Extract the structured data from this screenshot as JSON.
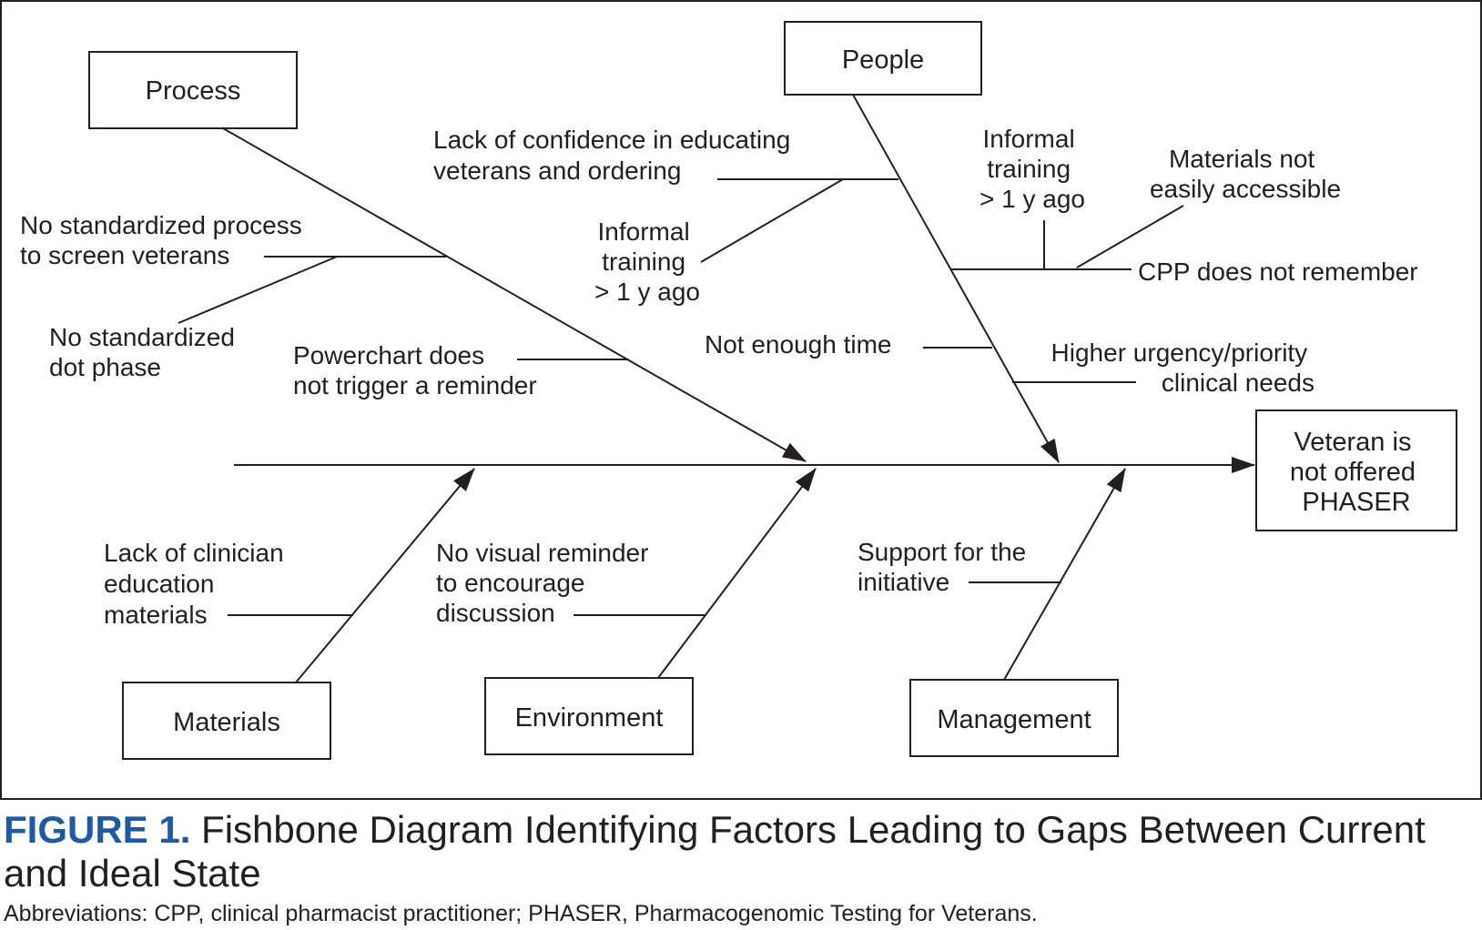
{
  "effect": {
    "lines": [
      "Veteran is",
      "not offered",
      "PHASER"
    ]
  },
  "categories": {
    "process": "Process",
    "people": "People",
    "materials": "Materials",
    "environment": "Environment",
    "management": "Management"
  },
  "causes": {
    "no_std_process": [
      "No standardized process",
      "to screen veterans"
    ],
    "no_std_dot_phase": [
      "No standardized",
      "dot phase"
    ],
    "powerchart": [
      "Powerchart does",
      "not trigger a reminder"
    ],
    "lack_confidence": [
      "Lack of confidence in educating",
      "veterans and ordering"
    ],
    "informal_training_a": [
      "Informal",
      "training",
      "> 1 y ago"
    ],
    "informal_training_b": [
      "Informal",
      "training",
      "> 1 y ago"
    ],
    "materials_not_accessible": [
      "Materials not",
      "easily accessible"
    ],
    "cpp_not_remember": [
      "CPP does not remember"
    ],
    "not_enough_time": [
      "Not enough time"
    ],
    "higher_urgency": [
      "Higher urgency/priority",
      "clinical needs"
    ],
    "lack_clinician_edu": [
      "Lack of clinician",
      "education",
      "materials"
    ],
    "no_visual_reminder": [
      "No visual reminder",
      "to encourage",
      "discussion"
    ],
    "support_initiative": [
      "Support for the",
      "initiative"
    ]
  },
  "caption": {
    "figure_label": "FIGURE 1.",
    "title": " Fishbone Diagram Identifying Factors Leading to Gaps Between Current and Ideal State",
    "abbreviations": "Abbreviations: CPP, clinical pharmacist practitioner; PHASER, Pharmacogenomic Testing for Veterans."
  },
  "colors": {
    "text": "#231f20",
    "line": "#231f20",
    "figure_label": "#1d5aa8"
  }
}
